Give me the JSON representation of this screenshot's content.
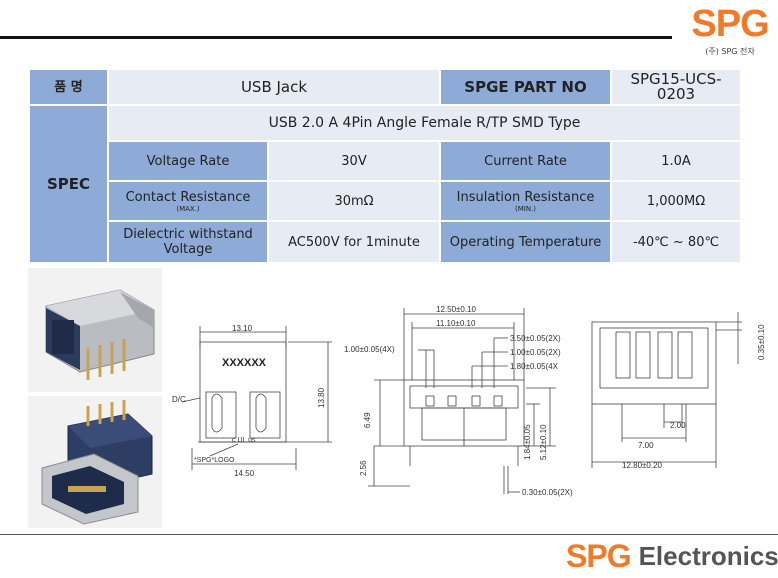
{
  "table": {
    "name_label": "품  명",
    "product_name": "USB Jack",
    "part_no_label": "SPGE PART NO",
    "part_no": "SPG15-UCS-0203",
    "spec_label": "SPEC",
    "description": "USB 2.0 A 4Pin Angle Female R/TP SMD Type",
    "rows": [
      {
        "left_label": "Voltage Rate",
        "left_sub": "",
        "left_value": "30V",
        "right_label": "Current Rate",
        "right_sub": "",
        "right_value": "1.0A"
      },
      {
        "left_label": "Contact Resistance",
        "left_sub": "(MAX.)",
        "left_value": "30mΩ",
        "right_label": "Insulation Resistance",
        "right_sub": "(MIN.)",
        "right_value": "1,000MΩ"
      },
      {
        "left_label": "Dielectric withstand Voltage",
        "left_sub": "",
        "left_value": "AC500V for 1minute",
        "right_label": "Operating Temperature",
        "right_sub": "",
        "right_value": "-40℃ ~ 80℃"
      }
    ]
  },
  "drawing_front": {
    "dim_top": "13.10",
    "dim_height": "13.80",
    "dim_bottom": "14.50",
    "marking": "XXXXXX",
    "dc_label": "D/C",
    "logo_label": "*SPG*LOGO",
    "ul_label": "c UL us"
  },
  "drawing_mid": {
    "dim_width_outer": "12.50±0.10",
    "dim_width_inner": "11.10±0.10",
    "dim_a": "3.50±0.05(2X)",
    "dim_b": "1.00±0.05(2X)",
    "dim_c": "1.00±0.05(4X)",
    "dim_d": "1.80±0.05(4X",
    "dim_h1": "6.49",
    "dim_h2": "2.56",
    "dim_h3": "1.84±0.05",
    "dim_h4": "5.12±0.10",
    "dim_e": "0.30±0.05(2X)"
  },
  "drawing_right": {
    "dim_v": "0.35±0.10",
    "dim_a": "2.00",
    "dim_b": "7.00",
    "dim_c": "12.80±0.20"
  },
  "brand": {
    "logo_mark": "SPG",
    "logo_sub": "(주) SPG 전자",
    "company": "Electronics"
  },
  "colors": {
    "header": "#8eabd8",
    "cell": "#e6ebf4",
    "accent": "#f07a2a"
  }
}
